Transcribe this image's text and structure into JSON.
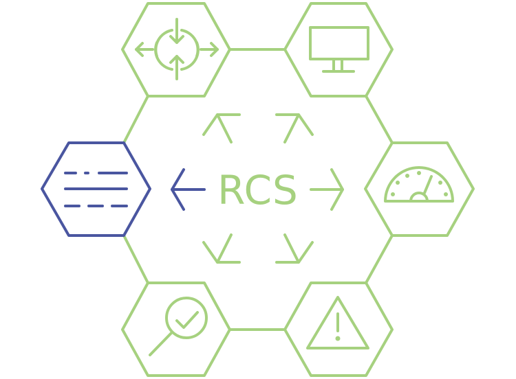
{
  "diagram": {
    "center_label": "RCS",
    "colors": {
      "primary": "#a6d17f",
      "highlight": "#4a56a0",
      "background": "#ffffff"
    },
    "nodes": [
      {
        "id": "top-left",
        "icon": "centralize-arrows-icon",
        "highlighted": false
      },
      {
        "id": "top-right",
        "icon": "monitor-icon",
        "highlighted": false
      },
      {
        "id": "right",
        "icon": "gauge-icon",
        "highlighted": false
      },
      {
        "id": "bottom-right",
        "icon": "warning-icon",
        "highlighted": false
      },
      {
        "id": "bottom-left",
        "icon": "search-check-icon",
        "highlighted": false
      },
      {
        "id": "left",
        "icon": "text-lines-icon",
        "highlighted": true
      }
    ],
    "arrows": [
      {
        "direction": "up-left",
        "highlighted": false
      },
      {
        "direction": "up-right",
        "highlighted": false
      },
      {
        "direction": "right",
        "highlighted": false
      },
      {
        "direction": "down-right",
        "highlighted": false
      },
      {
        "direction": "down-left",
        "highlighted": false
      },
      {
        "direction": "left",
        "highlighted": true
      }
    ]
  }
}
